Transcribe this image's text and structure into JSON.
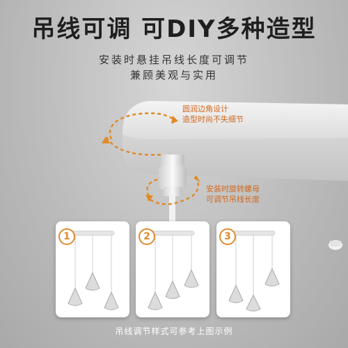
{
  "headline": "吊线可调 可DIY多种造型",
  "subtitle": {
    "line1": "安装时悬挂吊线长度可调节",
    "line2": "兼顾美观与实用"
  },
  "callouts": {
    "rounded": {
      "line1": "圆润边角设计",
      "line2": "造型时尚不失细节"
    },
    "rotate": {
      "line1": "安装时旋转螺母",
      "line2": "可调节吊线长度"
    }
  },
  "styles": [
    {
      "number": "1"
    },
    {
      "number": "2"
    },
    {
      "number": "3"
    }
  ],
  "caption": "吊线调节样式可参考上图示例",
  "colors": {
    "accent": "#e08a2a",
    "headline": "#1f1f1f",
    "background": "#bcbcbc"
  },
  "icons": [
    "rotate-arrow-icon"
  ]
}
